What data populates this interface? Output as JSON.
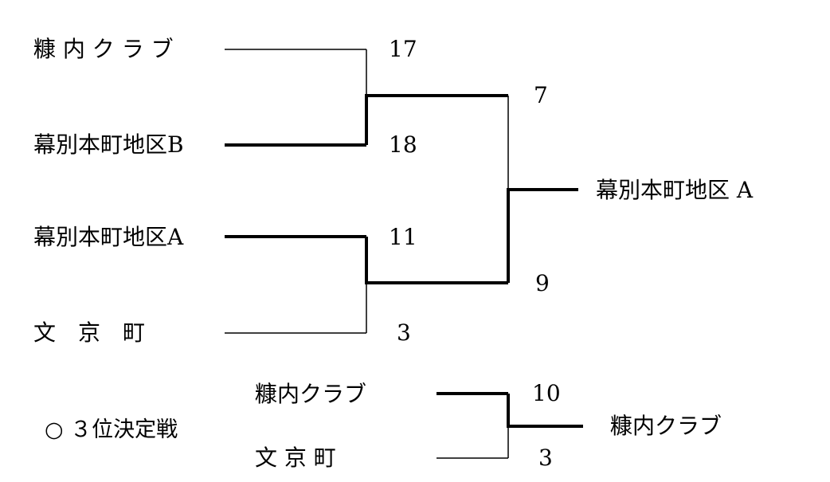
{
  "semifinals": [
    {
      "team_top": "糠 内 ク ラ ブ",
      "score_top": "17",
      "team_bottom": "幕別本町地区B",
      "score_bottom": "18",
      "winner_score": "7",
      "winner_side": "bottom"
    },
    {
      "team_top": "幕別本町地区A",
      "score_top": "11",
      "team_bottom": "文　京　町",
      "score_bottom": "3",
      "winner_score": "9",
      "winner_side": "top"
    }
  ],
  "final": {
    "champion": "幕別本町地区 A"
  },
  "third_place": {
    "title": "○ ３位決定戦",
    "team_top": "糠内クラブ",
    "score_top": "10",
    "team_bottom": "文 京 町",
    "score_bottom": "3",
    "winner": "糠内クラブ",
    "winner_side": "top"
  },
  "colors": {
    "line": "#000000",
    "text": "#000000",
    "background": "#ffffff"
  }
}
